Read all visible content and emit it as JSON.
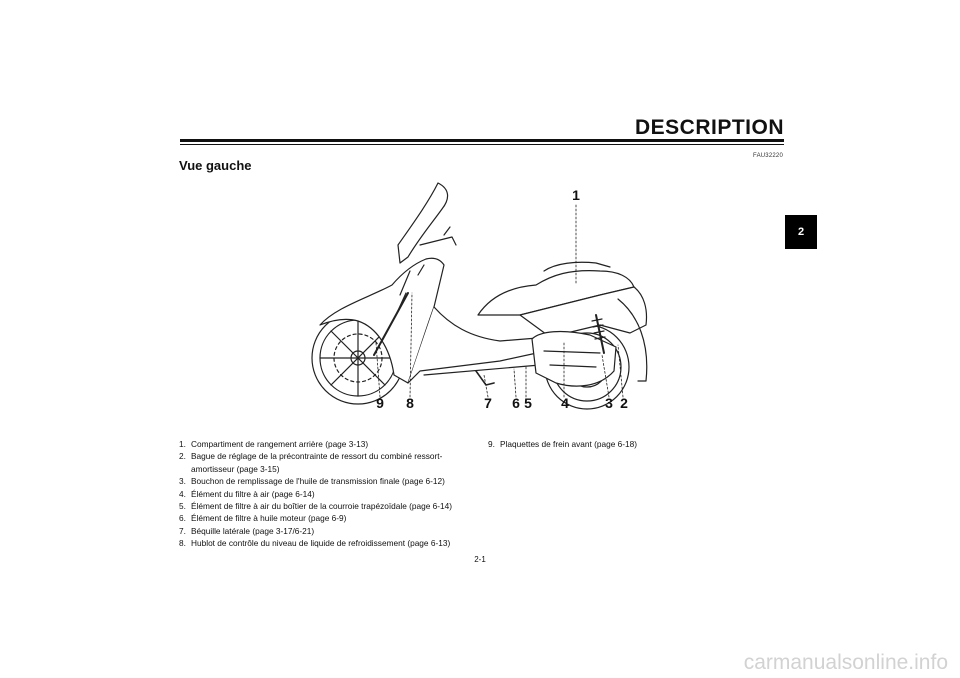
{
  "header": {
    "title": "DESCRIPTION",
    "ref_code": "FAU32220"
  },
  "section": {
    "title": "Vue gauche"
  },
  "chapter_tab": "2",
  "figure": {
    "callouts": [
      "1",
      "2",
      "3",
      "4",
      "5",
      "6",
      "7",
      "8",
      "9"
    ]
  },
  "legend": {
    "items": [
      {
        "num": "1.",
        "text": "Compartiment de rangement arrière (page 3-13)"
      },
      {
        "num": "2.",
        "text": "Bague de réglage de la précontrainte de ressort du combiné ressort-amortisseur (page 3-15)"
      },
      {
        "num": "3.",
        "text": "Bouchon de remplissage de l'huile de transmission finale (page 6-12)"
      },
      {
        "num": "4.",
        "text": "Élément du filtre à air (page 6-14)"
      },
      {
        "num": "5.",
        "text": "Élément de filtre à air du boîtier de la courroie trapézoïdale (page 6-14)"
      },
      {
        "num": "6.",
        "text": "Élément de filtre à huile moteur (page 6-9)"
      },
      {
        "num": "7.",
        "text": "Béquille latérale (page 3-17/6-21)"
      },
      {
        "num": "8.",
        "text": "Hublot de contrôle du niveau de liquide de refroidissement (page 6-13)"
      },
      {
        "num": "9.",
        "text": "Plaquettes de frein avant (page 6-18)"
      }
    ]
  },
  "page_number": "2-1",
  "watermark": "carmanualsonline.info"
}
